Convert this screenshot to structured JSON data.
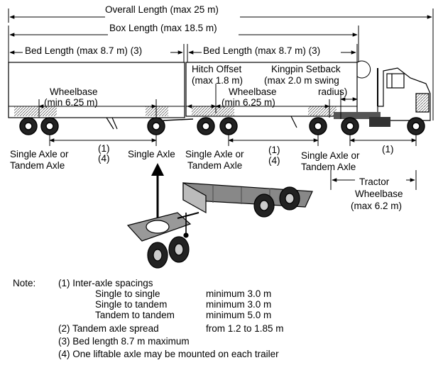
{
  "dimensions": {
    "overall_length": "Overall Length (max 25 m)",
    "box_length": "Box Length (max 18.5 m)",
    "bed_length_1": "Bed Length (max 8.7 m) (3)",
    "bed_length_2": "Bed Length (max 8.7 m) (3)",
    "hitch_offset_1": "Hitch Offset",
    "hitch_offset_2": "(max 1.8 m)",
    "kingpin_1": "Kingpin Setback",
    "kingpin_2": "(max 2.0 m swing",
    "kingpin_3": "radius)",
    "wheelbase1_1": "Wheelbase",
    "wheelbase1_2": "(min 6.25 m)",
    "wheelbase2_1": "Wheelbase",
    "wheelbase2_2": "(min 6.25 m)",
    "tractor_wb_1": "Tractor",
    "tractor_wb_2": "Wheelbase",
    "tractor_wb_3": "(max 6.2 m)"
  },
  "axle_labels": {
    "a1_line1": "Single Axle or",
    "a1_line2": "Tandem Axle",
    "spacing1_a": "(1)",
    "spacing1_b": "(4)",
    "a2": "Single Axle",
    "a3_line1": "Single Axle or",
    "a3_line2": "Tandem Axle",
    "spacing2_a": "(1)",
    "spacing2_b": "(4)",
    "a4_line1": "Single Axle or",
    "a4_line2": "Tandem Axle",
    "spacing3": "(1)"
  },
  "notes": {
    "title": "Note:",
    "n1": "(1)  Inter-axle spacings",
    "n1a_label": "Single to single",
    "n1a_value": "minimum 3.0 m",
    "n1b_label": "Single to tandem",
    "n1b_value": "minimum 3.0 m",
    "n1c_label": "Tandem to tandem",
    "n1c_value": "minimum 5.0 m",
    "n2_label": "(2)  Tandem axle spread",
    "n2_value": "from 1.2 to 1.85 m",
    "n3": "(3)  Bed length 8.7 m maximum",
    "n4": "(4)  One liftable axle may be mounted on each trailer"
  }
}
